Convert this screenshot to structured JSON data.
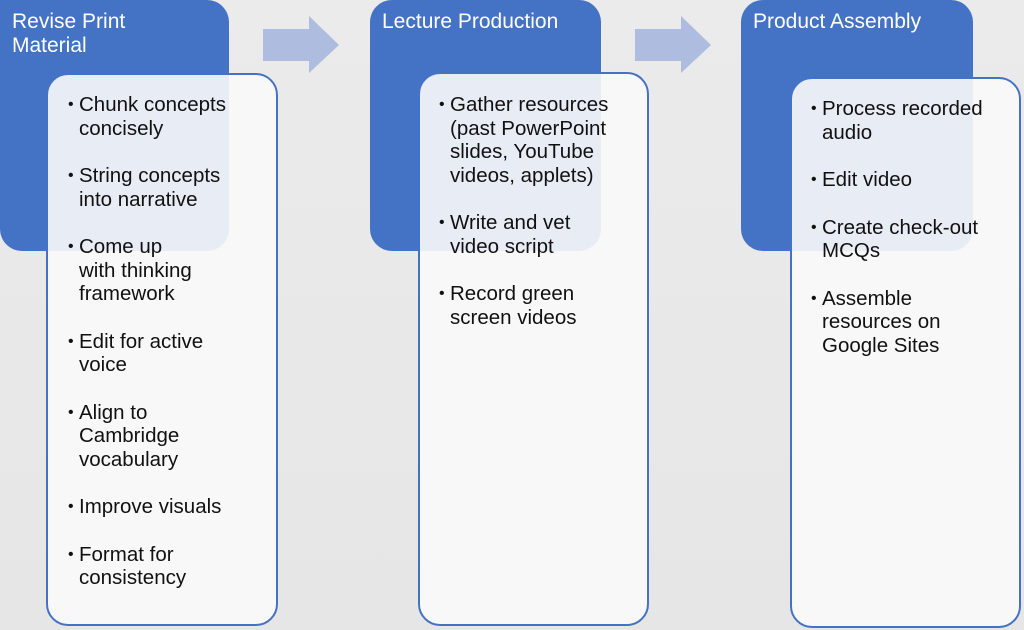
{
  "diagram": {
    "type": "process-flow",
    "stages": [
      {
        "title": "Revise Print Material",
        "items": [
          "Chunk concepts concisely",
          "String concepts into narrative",
          "Come up with thinking framework",
          "Edit for active voice",
          "Align to Cambridge vocabulary",
          "Improve visuals",
          "Format for consistency"
        ]
      },
      {
        "title": "Lecture Production",
        "items": [
          "Gather resources (past PowerPoint slides, YouTube videos, applets)",
          "Write and vet video script",
          "Record green screen videos"
        ]
      },
      {
        "title": "Product Assembly",
        "items": [
          "Process recorded audio",
          "Edit video",
          "Create check-out MCQs",
          "Assemble resources on Google Sites"
        ]
      }
    ],
    "bullet_glyph": "•",
    "colors": {
      "header": "#4472c4",
      "card_border": "#4472c4",
      "arrow": "#aebce0",
      "background": "#e8e8e8"
    }
  }
}
